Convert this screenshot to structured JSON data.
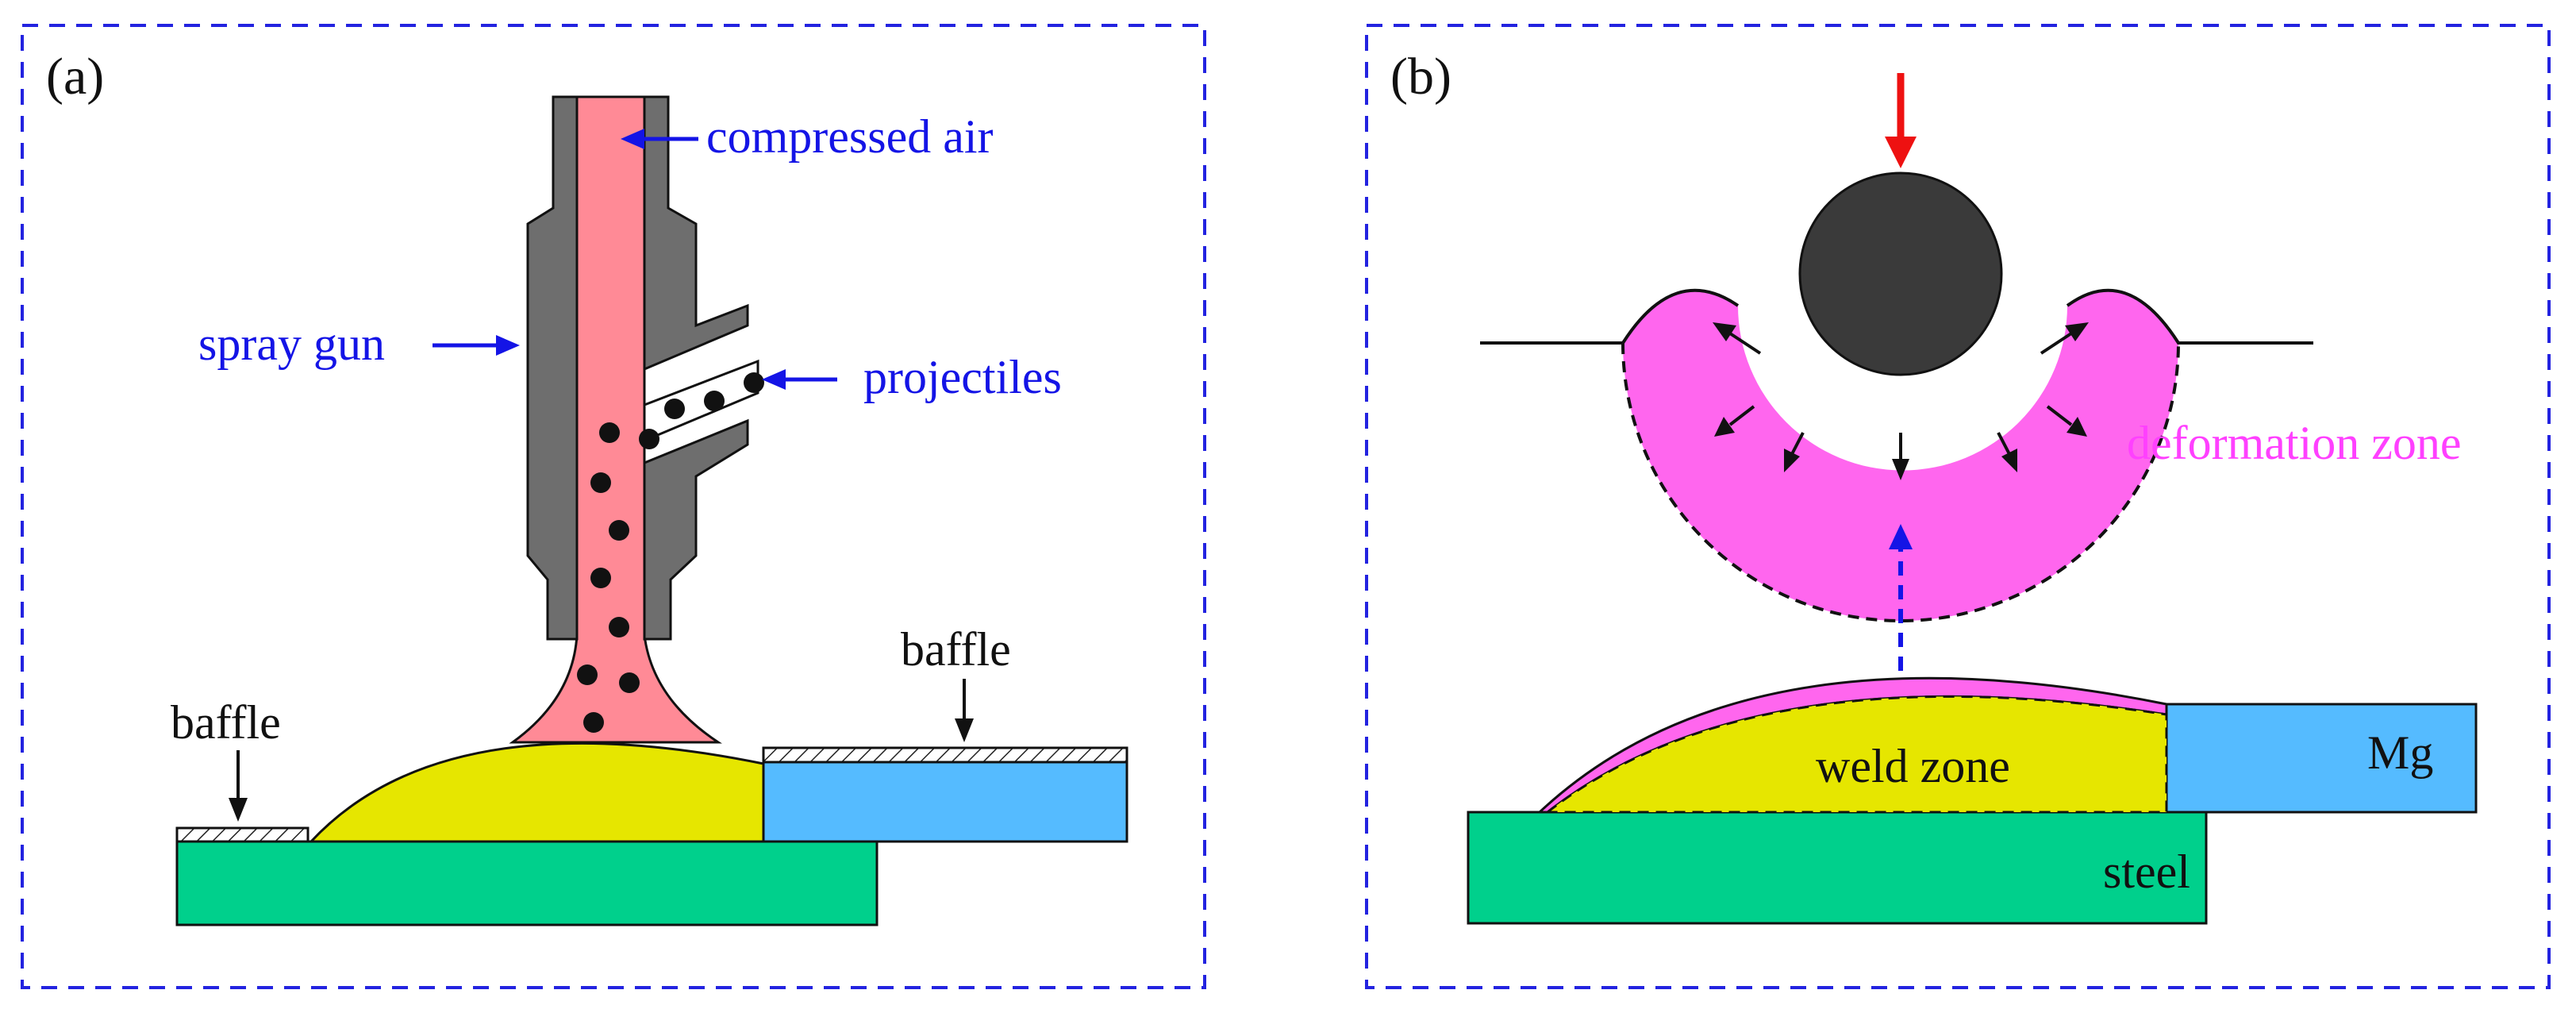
{
  "panel_a": {
    "tag": "(a)",
    "labels": {
      "compressed_air": "compressed air",
      "spray_gun": "spray gun",
      "projectiles": "projectiles",
      "baffle_left": "baffle",
      "baffle_right": "baffle"
    }
  },
  "panel_b": {
    "tag": "(b)",
    "labels": {
      "deformation_zone": "deformation zone",
      "weld_zone": "weld zone",
      "mg": "Mg",
      "steel": "steel"
    }
  },
  "colors": {
    "frame": "#2323e0",
    "gun": "#6e6e6e",
    "air": "#ff8a96",
    "weld": "#e6e600",
    "steel": "#00d08c",
    "mg": "#55bbff",
    "deformation": "#ff66ee",
    "ball": "#3a3a3a",
    "force_arrow": "#ee1111",
    "label_blue": "#1414e6"
  }
}
